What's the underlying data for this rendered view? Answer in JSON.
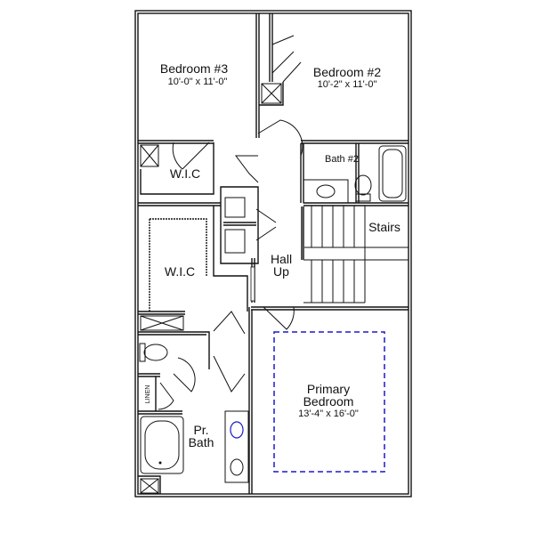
{
  "rooms": {
    "bedroom3": {
      "name": "Bedroom #3",
      "size": "10'-0\" x 11'-0\""
    },
    "bedroom2": {
      "name": "Bedroom #2",
      "size": "10'-2\" x 11'-0\""
    },
    "wic_upper": {
      "name": "W.I.C"
    },
    "bath2": {
      "name": "Bath #2"
    },
    "stairs": {
      "name": "Stairs"
    },
    "hall": {
      "name_line1": "Hall",
      "name_line2": "Up"
    },
    "wic_lower": {
      "name": "W.I.C"
    },
    "primary_bedroom": {
      "name_line1": "Primary",
      "name_line2": "Bedroom",
      "size": "13'-4\" x 16'-0\""
    },
    "linen": {
      "name": "LINEN"
    },
    "primary_bath": {
      "name_line1": "Pr.",
      "name_line2": "Bath"
    }
  },
  "colors": {
    "walls": "#111111",
    "tray_ceiling": "#1a1acc",
    "fixture_highlight": "#1a1acc"
  }
}
